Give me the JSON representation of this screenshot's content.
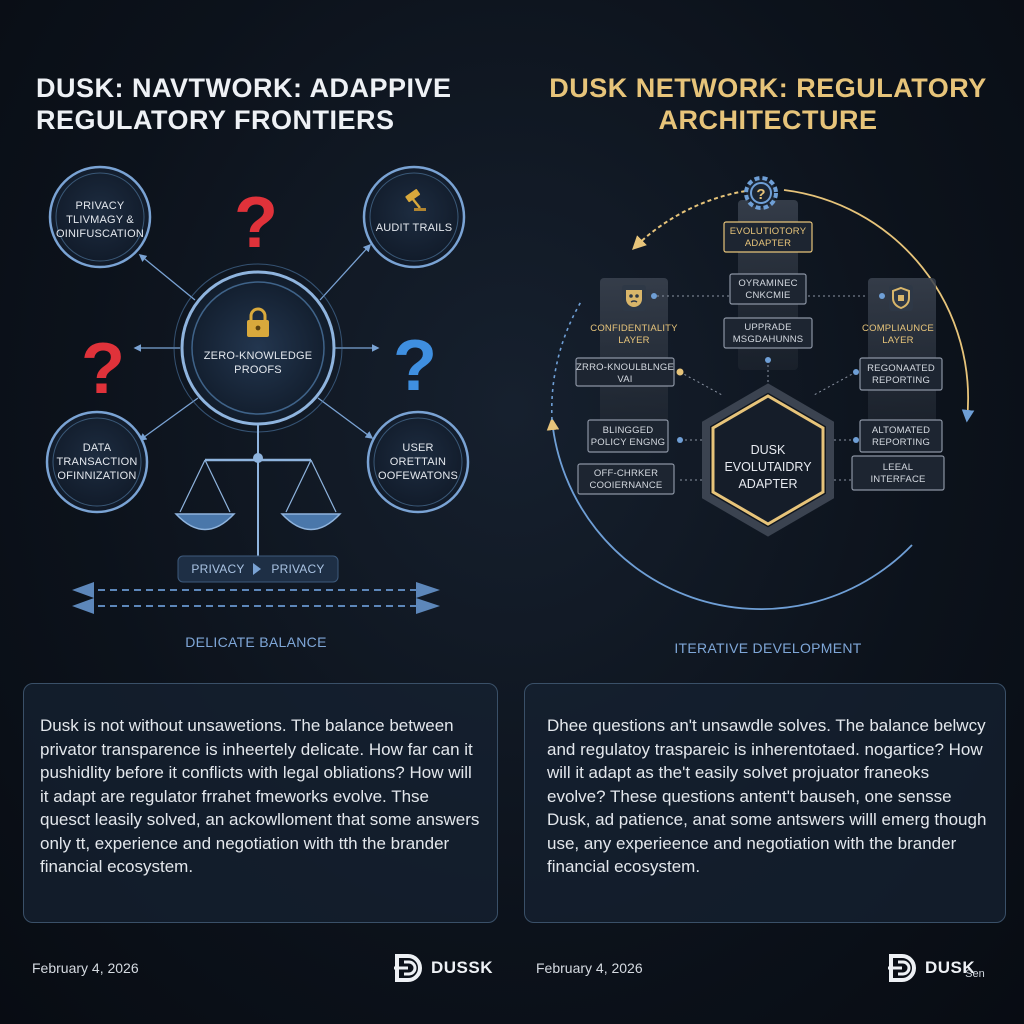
{
  "left": {
    "title_line1": "DUSK: NAVTWORK: ADAPPIVE",
    "title_line2": "REGULATORY FRONTIERS",
    "nodes": {
      "top_left": [
        "PRIVACY",
        "TLIVMAGY &",
        "OINIFUSCATION"
      ],
      "top_right": [
        "AUDIT TRAILS"
      ],
      "center": [
        "ZERO-KNOWLEDGE",
        "PROOFS"
      ],
      "bottom_left": [
        "DATA",
        "TRANSACTION",
        "OFINNIZATION"
      ],
      "bottom_right": [
        "USER",
        "ORETTAIN",
        "OOFEWATONS"
      ]
    },
    "question_mark": "?",
    "scale_labels": [
      "PRIVACY",
      "PRIVACY"
    ],
    "caption": "DELICATE BALANCE",
    "body": "Dusk is not without unsawetions. The balance between privator transparence is inheertely delicate. How far can it pushidlity before it conflicts with legal obliations? How will it adapt are regulator frrahet fmeworks evolve. Thse quesct leasily solved, an ackowlloment that some answers only tt, experience and negotiation with tth the brander financial ecosystem.",
    "date": "February 4, 2026",
    "logo_text": "DUSSK",
    "colors": {
      "accent_blue": "#6f9fd6",
      "question_red": "#e0323a",
      "question_blue": "#3f8fe0",
      "lock_gold": "#d9a93c"
    }
  },
  "right": {
    "title_line1": "DUSK NETWORK: REGULATORY",
    "title_line2": "ARCHITECTURE",
    "top_card": [
      "EVOLUTIOTORY",
      "ADAPTER"
    ],
    "center_cards": [
      [
        "OYRAMINEC",
        "CNKCMIE"
      ],
      [
        "UPPRADE",
        "MSGDAHUNNS"
      ]
    ],
    "left_header": [
      "CONFIDENTIALITY",
      "LAYER"
    ],
    "left_cards": [
      [
        "ZRRO-KNOULBLNGE",
        "VAI"
      ],
      [
        "BLINGGED",
        "POLICY ENGNG"
      ],
      [
        "OFF-CHRKER",
        "COOIERNANCE"
      ]
    ],
    "right_header": [
      "COMPLIAUNCE",
      "LAYER"
    ],
    "right_cards": [
      [
        "REGONAATED",
        "REPORTING"
      ],
      [
        "ALTOMATED",
        "REPORTING"
      ],
      [
        "LEEAL",
        "INTERFACE"
      ]
    ],
    "hex_label": [
      "DUSK",
      "EVOLUTAIDRY",
      "ADAPTER"
    ],
    "gear_symbol": "?",
    "caption": "ITERATIVE DEVELOPMENT",
    "body": "Dhee questions an't unsawdle solves. The balance belwcy and regulatoy traspareic is inherentotaed. nogartice? How will it adapt as the't easily solvet projuator franeoks evolve? These questions antent't bauseh, one sensse Dusk, ad patience, anat some antswers willl emerg though use, any experieence and negotiation with the brander financial ecosystem.",
    "date": "February 4, 2026",
    "logo_text": "DUSK",
    "logo_sub": "Sen",
    "colors": {
      "gold": "#e7c47a",
      "card_border": "#8b94a3"
    }
  }
}
